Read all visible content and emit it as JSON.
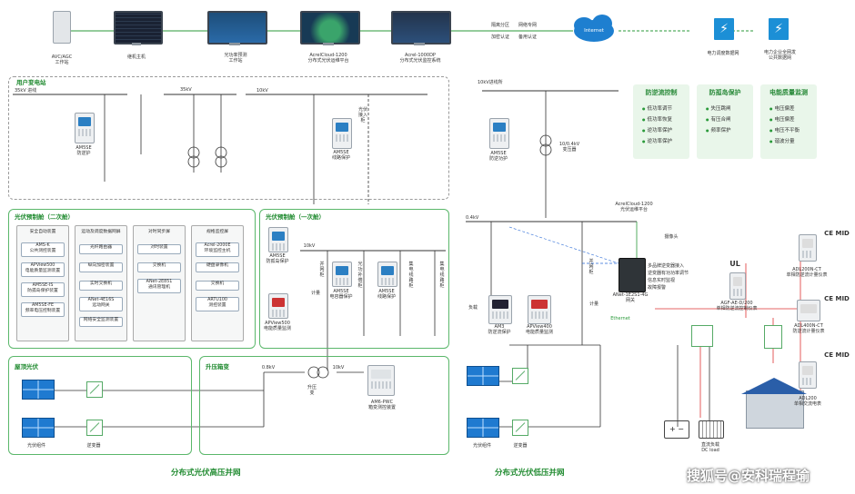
{
  "top": {
    "agc_label": "AVC/AGC\n工作站",
    "monitor1": "继机主机",
    "monitor2": "光功率预测\n工作站",
    "monitor3": "AcrelCloud-1200\n分布式光伏运维平台",
    "monitor4": "Acrel-1000DP\n分布式光伏监控系统",
    "zone_label": "隔离分区",
    "network_label": "网络专网",
    "encrypt_label": "加密认证",
    "auth_label": "备用认证",
    "internet": "Internet",
    "grid_dispatch": "电力调度数据网",
    "grid_company": "电力企业全网发\n公共数据网"
  },
  "hv": {
    "substation_title": "用户变电站",
    "bus35": "35kV 进线",
    "bus35b": "35kV",
    "bus10": "10kV",
    "am5se_1": "AM5SE\n防逆护",
    "am5se_2": "AM5SE\n线路保护",
    "pv_access": "光伏接入柜",
    "secondary_title": "光伏预制舱（二次舱）",
    "rack1_title": "安全自动装置",
    "rack1_items": [
      "AMS-K\n公共测控装置",
      "APView500\n电能质量监测装置",
      "AM5SE-IS\n防孤岛保护装置",
      "AM5SE-FE\n频率电压控制装置"
    ],
    "rack2_title": "运动及调度数据网屏",
    "rack2_items": [
      "光纤路由器",
      "纵向加密装置",
      "实时交换机",
      "ANet-4E16S\n远动网关",
      "网络安全监测装置"
    ],
    "rack3_title": "对时同步屏",
    "rack3_items": [
      "对时装置",
      "交换机",
      "ANet-2E851\n通讯管理机"
    ],
    "rack4_title": "规格监控屏",
    "rack4_items": [
      "Acrel-2000E\n环境监控主机",
      "硬盘录像机",
      "交换机",
      "ARTU100\n测控装置"
    ],
    "primary_title": "光伏预制舱（一次舱）",
    "am5se_3": "AM5SE\n防孤岛保护",
    "apview": "APView500\n电能质量监测",
    "kv10": "10kV",
    "cabinets": [
      "并网柜",
      "光功补偿柜",
      "集电线路柜",
      "集电线路柜"
    ],
    "am5se_4": "AM5SE\n电容器保护",
    "am5se_5": "AM5SE\n线路保护",
    "meter": "计量",
    "rooftop_title": "屋顶光伏",
    "pv_label": "光伏组件",
    "inverter_label": "逆变器",
    "boost_title": "升压箱变",
    "kv08": "0.8kV",
    "kv10b": "10kV",
    "transformer": "升压变",
    "am6": "AM6-PWC\n箱变测控装置",
    "footer": "分布式光伏高压并网"
  },
  "lv": {
    "bus10": "10kV进线所",
    "am5se": "AM5SE\n防逆功护",
    "transformer": "10/0.4kV\n变压器",
    "func1_title": "防逆流控制",
    "func1_items": [
      "低功率调节",
      "低功率恢复",
      "逆功率保护",
      "逆功率保护"
    ],
    "func2_title": "防孤岛保护",
    "func2_items": [
      "失压跳闸",
      "有压合闸",
      "频率保护"
    ],
    "func3_title": "电能质量监测",
    "func3_items": [
      "电压偏差",
      "电压偏差",
      "电压不平衡",
      "谐波分量"
    ],
    "cloud": "AcrelCloud-1200\n光伏运维平台",
    "bus04": "0.4kV",
    "camera": "摄像头",
    "grid_cab": "并网柜",
    "load": "负载",
    "am3": "AM3\n防逆流保护",
    "apview400": "APView400\n电能质量监测",
    "meter": "计量",
    "gateway": "ANet-1E2S1-4G\n网关",
    "gw_feat1": "多品牌逆变器接入",
    "gw_feat2": "逆变器有功功率调节",
    "gw_feat3": "信息实时监视",
    "gw_feat4": "故障报警",
    "ethernet": "Ethernet",
    "pv_label": "光伏组件",
    "inverter_label": "逆变器",
    "battery_label": "",
    "dc_load": "直流负载\nDC load",
    "adl200n": "ADL200N-CT\n单相防逆流计量仪表",
    "agf": "AGF-AE-D/200\n单相防逆流控制仪表",
    "adl400n": "ADL400N-CT\n防逆流计量仪表",
    "adl200": "ADL200\n单相交流电表",
    "ul": "UL",
    "ce1": "CE MID",
    "ce2": "CE MID",
    "ce3": "CE MID",
    "footer": "分布式光伏低压并网"
  },
  "watermark": "搜狐号@安科瑞程瑜"
}
